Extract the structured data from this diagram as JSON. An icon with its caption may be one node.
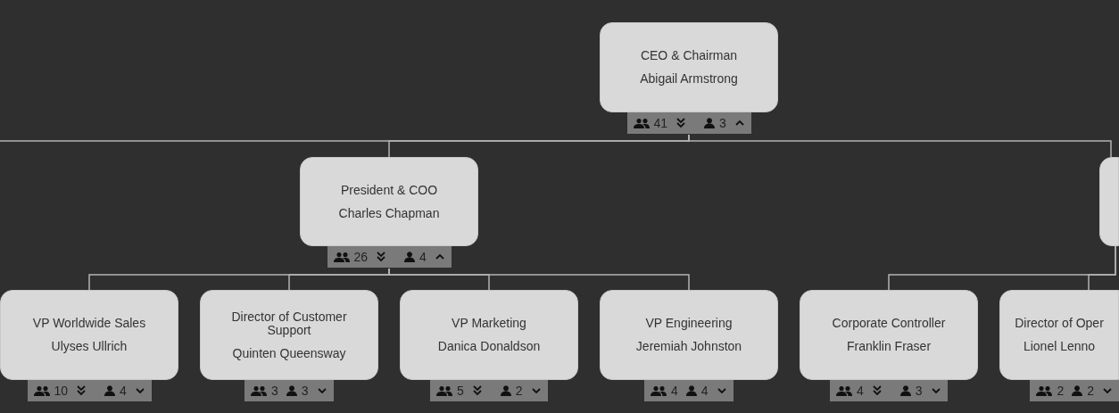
{
  "diagram": {
    "nodes": [
      {
        "text": [
          "CEO & Chairman",
          "Abigail Armstrong"
        ],
        "beside": [
          "41",
          "3"
        ]
      },
      {
        "text": [
          "President & COO",
          "Charles Chapman"
        ],
        "beside": [
          "26",
          "4"
        ]
      },
      {
        "text": [],
        "shape": "box"
      },
      {
        "text": [
          "VP Worldwide Sales",
          "Ulyses Ullrich"
        ],
        "beside": [
          "10",
          "4"
        ]
      },
      {
        "text": [
          "Director of Customer Support",
          "Quinten Queensway"
        ],
        "beside": [
          "3",
          "3"
        ]
      },
      {
        "text": [
          "VP Marketing",
          "Danica Donaldson"
        ],
        "beside": [
          "5",
          "2"
        ]
      },
      {
        "text": [
          "VP Engineering",
          "Jeremiah Johnston"
        ],
        "beside": [
          "4",
          "4"
        ]
      },
      {
        "text": [
          "Corporate Controller",
          "Franklin Fraser"
        ],
        "beside": [
          "4",
          "3"
        ]
      },
      {
        "text": [
          "Director of Oper",
          "Lionel Lenno"
        ],
        "beside": [
          "2",
          "2"
        ]
      }
    ],
    "edges": [
      {
        "from": 0,
        "to": null,
        "arrow": "none"
      },
      {
        "from": 0,
        "to": 1,
        "arrow": "none"
      },
      {
        "from": 0,
        "to": 2,
        "arrow": "none"
      },
      {
        "from": 1,
        "to": 3,
        "arrow": "none"
      },
      {
        "from": 1,
        "to": 4,
        "arrow": "none"
      },
      {
        "from": 1,
        "to": 5,
        "arrow": "none"
      },
      {
        "from": 1,
        "to": 6,
        "arrow": "none"
      },
      {
        "from": 2,
        "to": 7,
        "arrow": "none"
      },
      {
        "from": 2,
        "to": 8,
        "arrow": "none"
      }
    ]
  }
}
